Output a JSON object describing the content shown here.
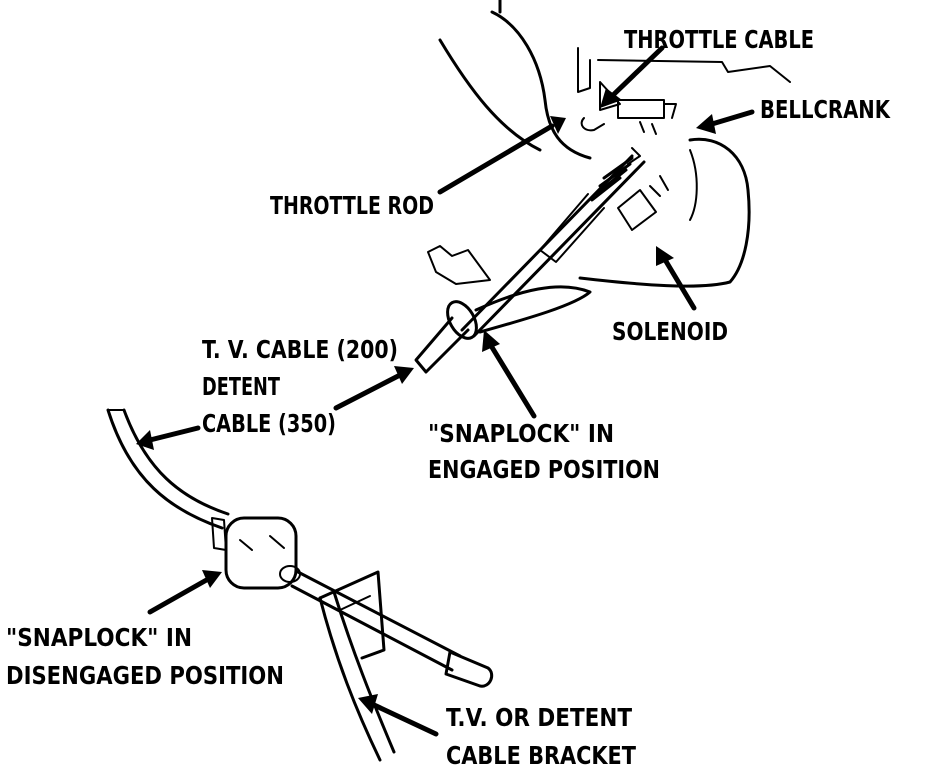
{
  "labels": {
    "throttle_cable": "THROTTLE CABLE",
    "bellcrank": "BELLCRANK",
    "throttle_rod": "THROTTLE ROD",
    "solenoid": "SOLENOID",
    "tv_cable_line1": "T. V.  CABLE (200)",
    "tv_cable_line2": "DETENT",
    "tv_cable_line3": "CABLE (350)",
    "snaplock_engaged_line1": "\"SNAPLOCK\" IN",
    "snaplock_engaged_line2": "ENGAGED POSITION",
    "snaplock_disengaged_line1": "\"SNAPLOCK\" IN",
    "snaplock_disengaged_line2": "DISENGAGED POSITION",
    "bracket_line1": "T.V.  OR DETENT",
    "bracket_line2": "CABLE BRACKET"
  },
  "colors": {
    "ink": "#000000",
    "paper": "#ffffff"
  }
}
